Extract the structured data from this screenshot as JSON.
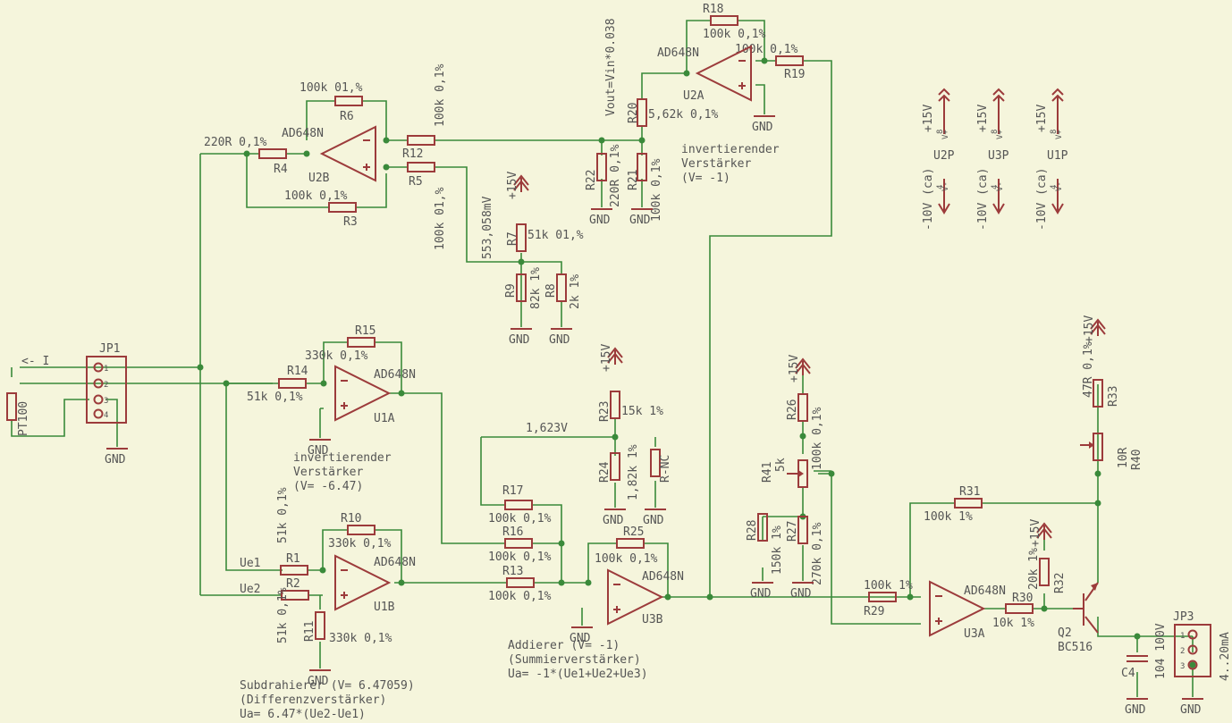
{
  "resistors": [
    {
      "id": "R18",
      "name": "R18",
      "value": "100k 0,1%"
    },
    {
      "id": "R19",
      "name": "R19",
      "value": "100k 0,1%"
    },
    {
      "id": "R6",
      "name": "R6",
      "value": "100k 01,%"
    },
    {
      "id": "R12",
      "name": "R12",
      "value": "100k 0,1%"
    },
    {
      "id": "R4",
      "name": "R4",
      "value": "220R 0,1%"
    },
    {
      "id": "R5",
      "name": "R5",
      "value": "100k 01,%"
    },
    {
      "id": "R3",
      "name": "R3",
      "value": "100k 0,1%"
    },
    {
      "id": "R20",
      "name": "R20",
      "value": "5,62k 0,1%"
    },
    {
      "id": "R22",
      "name": "R22",
      "value": "220R 0,1%"
    },
    {
      "id": "R21",
      "name": "R21",
      "value": "100k 0,1%"
    },
    {
      "id": "R7",
      "name": "R7",
      "value": "51k 01,%"
    },
    {
      "id": "R9",
      "name": "R9",
      "value": "82k 1%"
    },
    {
      "id": "R8",
      "name": "R8",
      "value": "2k 1%"
    },
    {
      "id": "R15",
      "name": "R15",
      "value": "330k 0,1%"
    },
    {
      "id": "R14",
      "name": "R14",
      "value": "51k 0,1%"
    },
    {
      "id": "R10",
      "name": "R10",
      "value": "330k 0,1%"
    },
    {
      "id": "R1",
      "name": "R1",
      "value": "51k 0,1%"
    },
    {
      "id": "R2",
      "name": "R2",
      "value": "51k 0,1%"
    },
    {
      "id": "R11",
      "name": "R11",
      "value": "330k 0,1%"
    },
    {
      "id": "R23",
      "name": "R23",
      "value": "15k 1%"
    },
    {
      "id": "R24",
      "name": "R24",
      "value": "1,82k 1%"
    },
    {
      "id": "R-NC",
      "name": "R-NC",
      "value": ""
    },
    {
      "id": "R17",
      "name": "R17",
      "value": "100k 0,1%"
    },
    {
      "id": "R16",
      "name": "R16",
      "value": "100k 0,1%"
    },
    {
      "id": "R13",
      "name": "R13",
      "value": "100k 0,1%"
    },
    {
      "id": "R25",
      "name": "R25",
      "value": "100k 0,1%"
    },
    {
      "id": "R26",
      "name": "R26",
      "value": "100k 0,1%"
    },
    {
      "id": "R41",
      "name": "R41",
      "value": "5k"
    },
    {
      "id": "R28",
      "name": "R28",
      "value": "150k 1%"
    },
    {
      "id": "R27",
      "name": "R27",
      "value": "270k 0,1%"
    },
    {
      "id": "R29",
      "name": "R29",
      "value": "100k 1%"
    },
    {
      "id": "R31",
      "name": "R31",
      "value": "100k 1%"
    },
    {
      "id": "R30",
      "name": "R30",
      "value": "10k 1%"
    },
    {
      "id": "R32",
      "name": "R32",
      "value": "20k 1%"
    },
    {
      "id": "R33",
      "name": "R33",
      "value": "47R 0,1%"
    },
    {
      "id": "R40",
      "name": "R40",
      "value": "10R"
    },
    {
      "id": "PT100",
      "name": "PT100",
      "value": ""
    }
  ],
  "opamps": [
    {
      "id": "U2A",
      "name": "U2A",
      "part": "AD648N"
    },
    {
      "id": "U2B",
      "name": "U2B",
      "part": "AD648N"
    },
    {
      "id": "U1A",
      "name": "U1A",
      "part": "AD648N"
    },
    {
      "id": "U1B",
      "name": "U1B",
      "part": "AD648N"
    },
    {
      "id": "U3B",
      "name": "U3B",
      "part": "AD648N"
    },
    {
      "id": "U3A",
      "name": "U3A",
      "part": "AD648N"
    }
  ],
  "power_units": [
    {
      "name": "U2P",
      "pos": "+15V",
      "neg": "-10V (ca)"
    },
    {
      "name": "U3P",
      "pos": "+15V",
      "neg": "-10V (ca)"
    },
    {
      "name": "U1P",
      "pos": "+15V",
      "neg": "-10V (ca)"
    }
  ],
  "connectors": {
    "jp1": {
      "name": "JP1",
      "pins": [
        "1",
        "2",
        "3",
        "4"
      ]
    },
    "jp3": {
      "name": "JP3",
      "pins": [
        "1",
        "2",
        "3"
      ],
      "label": "4..20mA"
    }
  },
  "transistor": {
    "name": "Q2",
    "part": "BC516"
  },
  "capacitor": {
    "name": "C4",
    "value": "104 100V"
  },
  "labels": {
    "gnd": "GND",
    "v15": "+15V",
    "current": "<- I",
    "vout": "Vout=Vin*0.038",
    "v553": "553,058mV",
    "v1623": "1,623V",
    "ue1": "Ue1",
    "ue2": "Ue2",
    "inv1": [
      "invertierender",
      "Verstärker",
      "(V= -1)"
    ],
    "inv2": [
      "invertierender",
      "Verstärker",
      "(V= -6.47)"
    ],
    "add": [
      "Addierer (V= -1)",
      "(Summierverstärker)",
      "Ua= -1*(Ue1+Ue2+Ue3)"
    ],
    "sub": [
      "Subdrahierer (V= 6.47059)",
      "(Differenzverstärker)",
      "Ua= 6.47*(Ue2-Ue1)"
    ]
  },
  "colors": {
    "background": "#f5f5dc",
    "part": "#9c3b3b",
    "wire": "#3a8a3a",
    "text": "#555555"
  }
}
